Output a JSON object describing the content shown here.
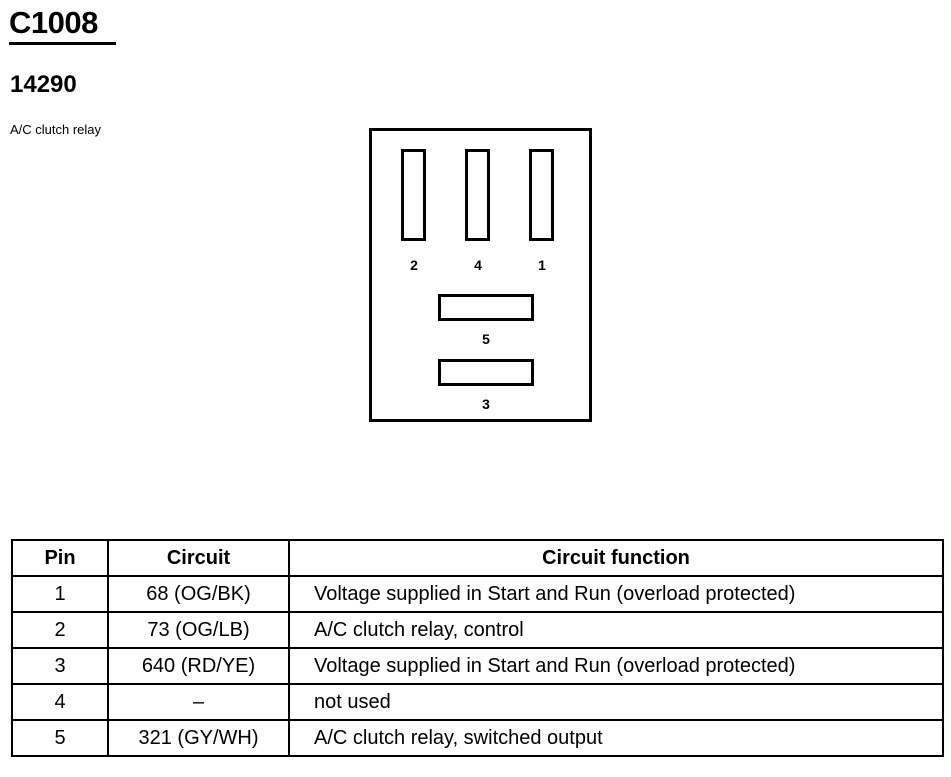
{
  "header": {
    "connector_id": "C1008",
    "part_number": "14290",
    "description": "A/C clutch relay"
  },
  "diagram": {
    "pins": [
      {
        "label": "2",
        "orientation": "vertical"
      },
      {
        "label": "4",
        "orientation": "vertical"
      },
      {
        "label": "1",
        "orientation": "vertical"
      },
      {
        "label": "5",
        "orientation": "horizontal"
      },
      {
        "label": "3",
        "orientation": "horizontal"
      }
    ]
  },
  "table": {
    "headers": {
      "pin": "Pin",
      "circuit": "Circuit",
      "function": "Circuit function"
    },
    "rows": [
      {
        "pin": "1",
        "circuit": "68 (OG/BK)",
        "function": "Voltage supplied in Start and Run (overload protected)"
      },
      {
        "pin": "2",
        "circuit": "73 (OG/LB)",
        "function": "A/C clutch relay, control"
      },
      {
        "pin": "3",
        "circuit": "640 (RD/YE)",
        "function": "Voltage supplied in Start and Run (overload protected)"
      },
      {
        "pin": "4",
        "circuit": "–",
        "function": "not used"
      },
      {
        "pin": "5",
        "circuit": "321 (GY/WH)",
        "function": "A/C clutch relay, switched output"
      }
    ]
  }
}
